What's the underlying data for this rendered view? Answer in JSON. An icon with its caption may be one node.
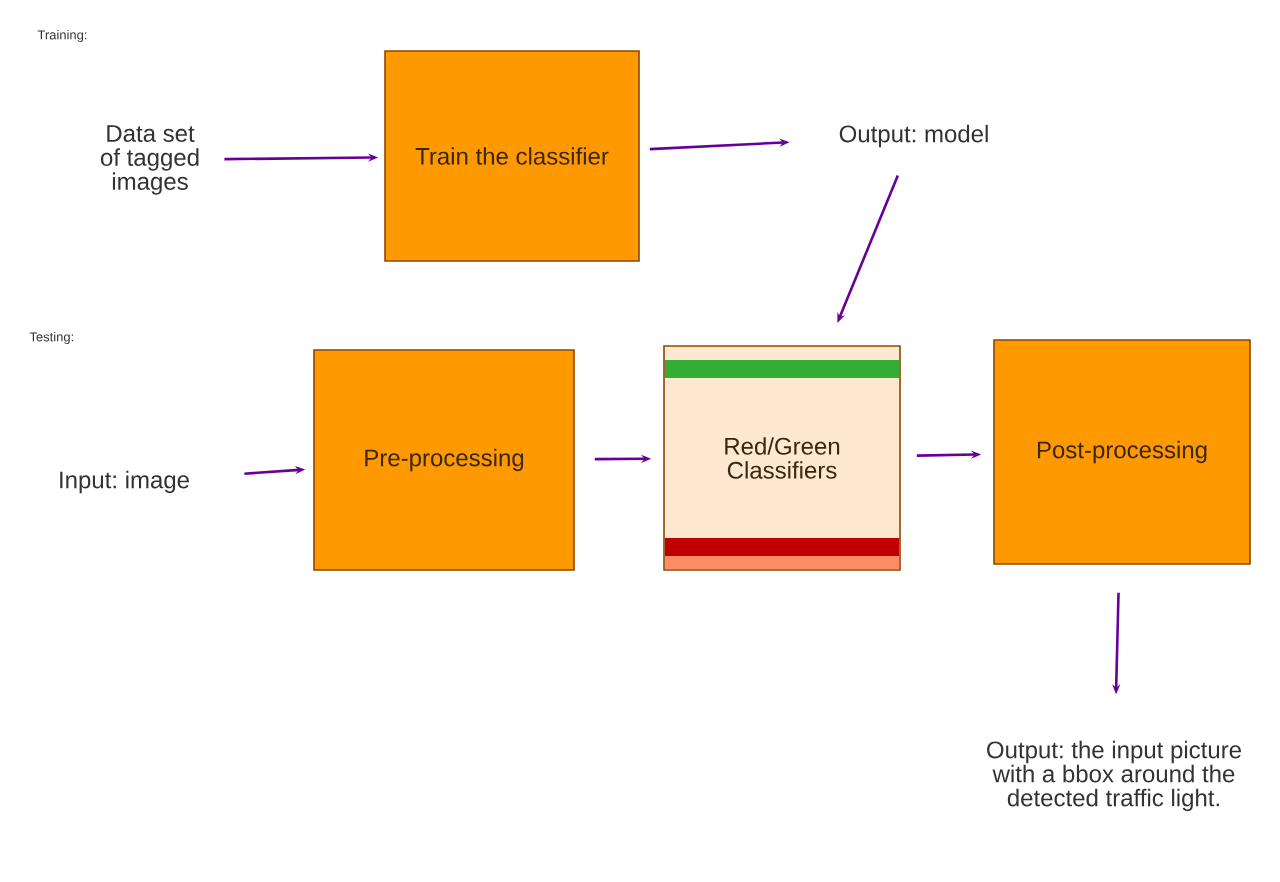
{
  "diagram": {
    "nodes": [
      {
        "text": [
          "Data set of tagged images"
        ]
      },
      {
        "text": [
          "Train the classifier"
        ]
      },
      {
        "text": [
          "Output: model"
        ]
      },
      {
        "text": [
          "Input: image"
        ]
      },
      {
        "text": [
          "Pre-processing"
        ]
      },
      {
        "text": [
          "Red/Green Classifiers"
        ]
      },
      {
        "text": [
          "Post-processing"
        ]
      },
      {
        "text": [
          "Output: the input picture with a bbox around the detected traffic light."
        ]
      }
    ],
    "edges": [
      {
        "from": 0,
        "to": 1,
        "arrow": "to"
      },
      {
        "from": 1,
        "to": 2,
        "arrow": "to"
      },
      {
        "from": 2,
        "to": 5,
        "arrow": "to"
      },
      {
        "from": 3,
        "to": 4,
        "arrow": "to"
      },
      {
        "from": 4,
        "to": 5,
        "arrow": "to"
      },
      {
        "from": 5,
        "to": 6,
        "arrow": "to"
      },
      {
        "from": 6,
        "to": 7,
        "arrow": "to"
      }
    ],
    "labels": [
      "Training:",
      "Testing:"
    ]
  }
}
